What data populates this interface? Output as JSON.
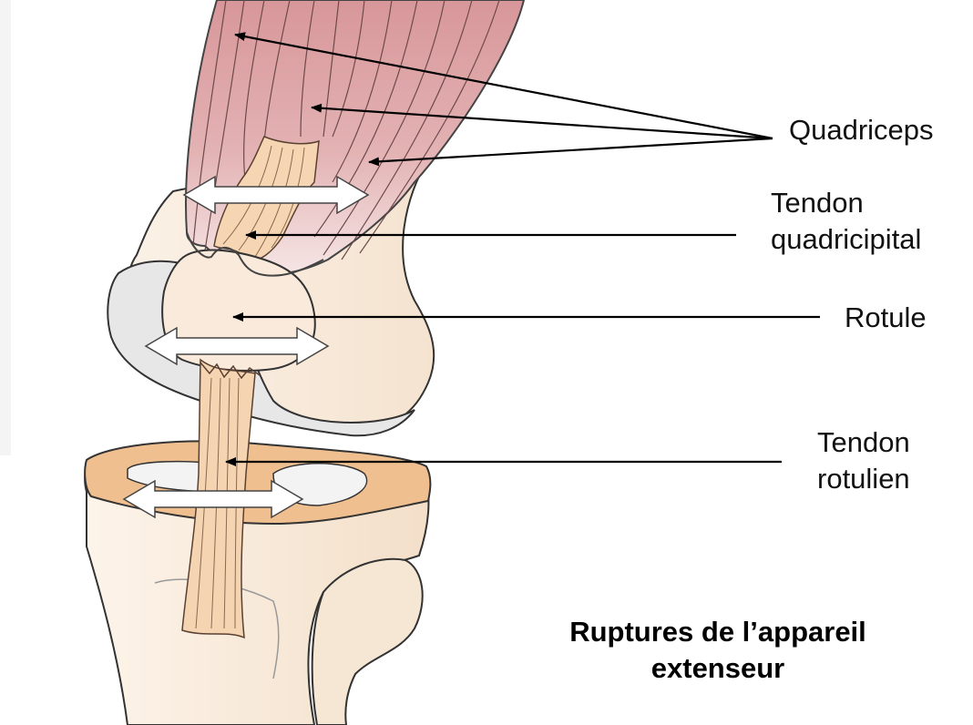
{
  "labels": {
    "quadriceps": "Quadriceps",
    "tendon_quadricipital": [
      "Tendon",
      "quadricipital"
    ],
    "rotule": "Rotule",
    "tendon_rotulien": [
      "Tendon",
      "rotulien"
    ]
  },
  "caption": [
    "Ruptures de l’appareil",
    "extenseur"
  ],
  "colors": {
    "muscle": "#d9989a",
    "muscle_light": "#f0d2d2",
    "tendon": "#f5d2ae",
    "bone": "#f8eadc",
    "cartilage": "#e6e6e6",
    "meniscus": "#eebd8c",
    "line": "#2b2b2b"
  }
}
